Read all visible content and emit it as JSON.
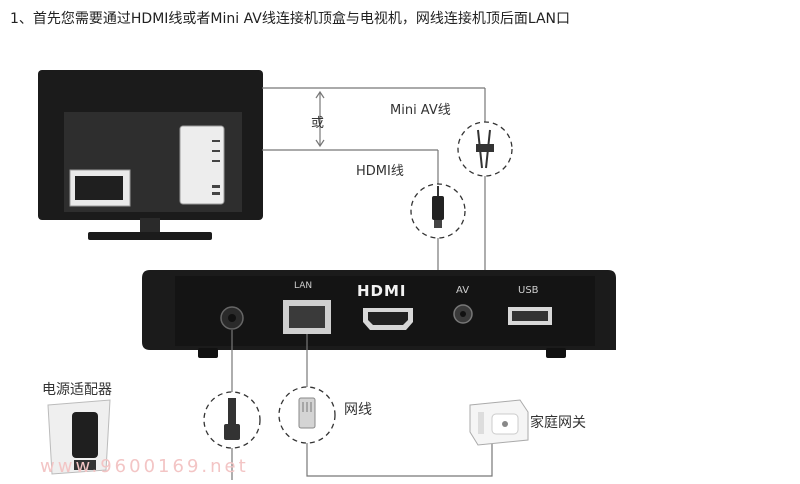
{
  "instruction": "1、首先您需要通过HDMI线或者Mini AV线连接机顶盒与电视机，网线连接机顶后面LAN口",
  "labels": {
    "or": "或",
    "mini_av_cable": "Mini AV线",
    "hdmi_cable": "HDMI线",
    "power_adapter": "电源适配器",
    "network_cable": "网线",
    "home_gateway": "家庭网关"
  },
  "ports": {
    "lan": "LAN",
    "hdmi": "HDMI",
    "av": "AV",
    "usb": "USB"
  },
  "watermark": "www.9600169.net",
  "colors": {
    "device": "#1b1b1b",
    "screen_panel": "#2e2e2e",
    "cable_line": "#555555",
    "dashed_circle": "#333333",
    "text": "#333333"
  }
}
